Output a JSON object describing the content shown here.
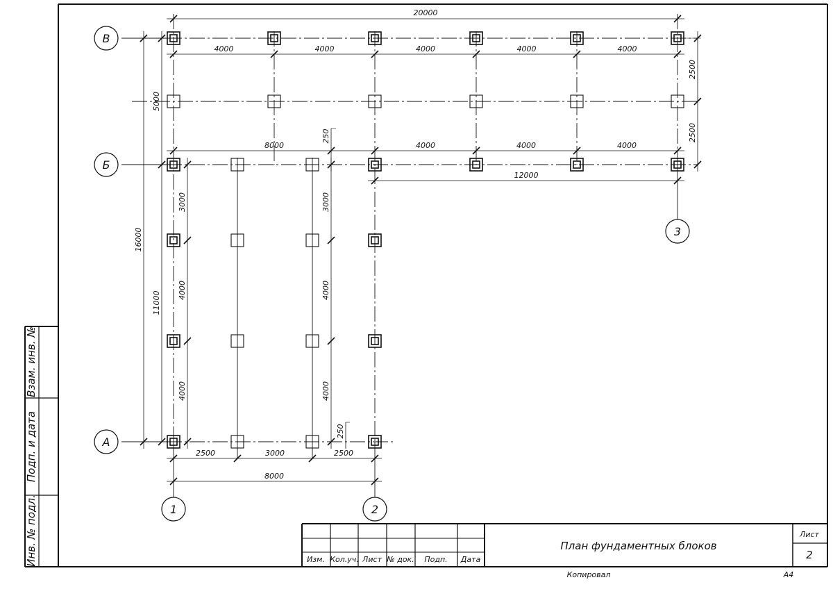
{
  "axes": {
    "rows": [
      {
        "id": "row-v",
        "label": "В"
      },
      {
        "id": "row-b",
        "label": "Б"
      },
      {
        "id": "row-a",
        "label": "А"
      }
    ],
    "columns": [
      {
        "id": "col-1",
        "label": "1"
      },
      {
        "id": "col-2",
        "label": "2"
      },
      {
        "id": "col-3",
        "label": "3"
      }
    ]
  },
  "dimensions": {
    "top_overall": "20000",
    "top_bay_1": "4000",
    "top_bay_2": "4000",
    "top_bay_3": "4000",
    "top_bay_4": "4000",
    "top_bay_5": "4000",
    "right_upper": "2500",
    "right_lower": "2500",
    "left_vb": "5000",
    "left_overall": "16000",
    "left_ab": "11000",
    "mid_8000": "8000",
    "mid_bay_1": "4000",
    "mid_bay_2": "4000",
    "mid_bay_3": "4000",
    "mid_12000": "12000",
    "offset_top": "250",
    "offset_bottom": "250",
    "col1_v_1": "3000",
    "col1_v_2": "4000",
    "col1_v_3": "4000",
    "inner_v_1": "3000",
    "inner_v_2": "4000",
    "inner_v_3": "4000",
    "bottom_1": "2500",
    "bottom_2": "3000",
    "bottom_3": "2500",
    "bottom_overall": "8000"
  },
  "side_stamp": {
    "field_1": "Взам. инв. №",
    "field_2": "Подп. и дата",
    "field_3": "Инв. № подл."
  },
  "title_block": {
    "headers": [
      "Изм.",
      "Кол.уч.",
      "Лист",
      "№ док.",
      "Подп.",
      "Дата"
    ],
    "title": "План фундаментных блоков",
    "sheet_label": "Лист",
    "sheet_number": "2"
  },
  "footer": {
    "copied": "Копировал",
    "format": "А4"
  }
}
